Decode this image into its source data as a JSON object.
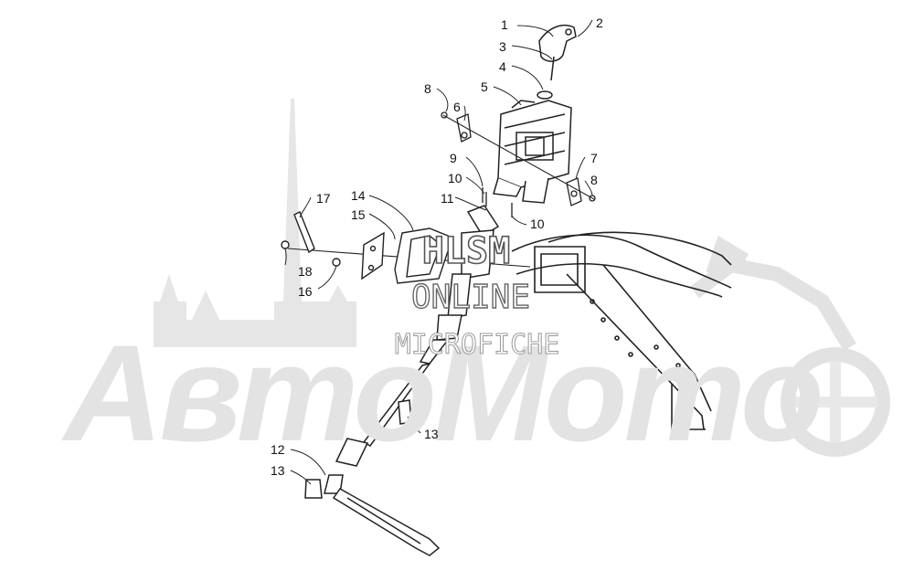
{
  "watermarks": {
    "brand": "АвтоМото",
    "hlsm": "HLSM",
    "online": "ONLINE",
    "microfiche": "MICROFICHE"
  },
  "callouts": [
    {
      "id": "c1",
      "label": "1"
    },
    {
      "id": "c2",
      "label": "2"
    },
    {
      "id": "c3",
      "label": "3"
    },
    {
      "id": "c4",
      "label": "4"
    },
    {
      "id": "c5",
      "label": "5"
    },
    {
      "id": "c6",
      "label": "6"
    },
    {
      "id": "c8a",
      "label": "8"
    },
    {
      "id": "c7",
      "label": "7"
    },
    {
      "id": "c8b",
      "label": "8"
    },
    {
      "id": "c9",
      "label": "9"
    },
    {
      "id": "c10a",
      "label": "10"
    },
    {
      "id": "c11",
      "label": "11"
    },
    {
      "id": "c10b",
      "label": "10"
    },
    {
      "id": "c14",
      "label": "14"
    },
    {
      "id": "c15",
      "label": "15"
    },
    {
      "id": "c17",
      "label": "17"
    },
    {
      "id": "c18",
      "label": "18"
    },
    {
      "id": "c16",
      "label": "16"
    },
    {
      "id": "c13a",
      "label": "13"
    },
    {
      "id": "c12",
      "label": "12"
    },
    {
      "id": "c13b",
      "label": "13"
    }
  ],
  "colors": {
    "line": "#222222",
    "watermark": "#e3e3e3"
  }
}
